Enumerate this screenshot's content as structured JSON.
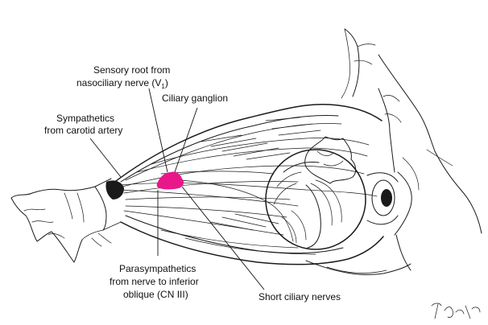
{
  "figure": {
    "accent_color": "#e8178a",
    "labels": {
      "sensory_root_line1": "Sensory root from",
      "sensory_root_line2_prefix": "nasociliary nerve (V",
      "sensory_root_line2_sub": "1",
      "sensory_root_line2_suffix": ")",
      "ciliary_ganglion": "Ciliary ganglion",
      "sympathetics_line1": "Sympathetics",
      "sympathetics_line2": "from carotid artery",
      "parasympathetics_line1": "Parasympathetics",
      "parasympathetics_line2": "from nerve to inferior",
      "parasympathetics_line3": "oblique (CN III)",
      "short_ciliary_nerves": "Short ciliary nerves"
    },
    "signature": "T. Netter"
  }
}
